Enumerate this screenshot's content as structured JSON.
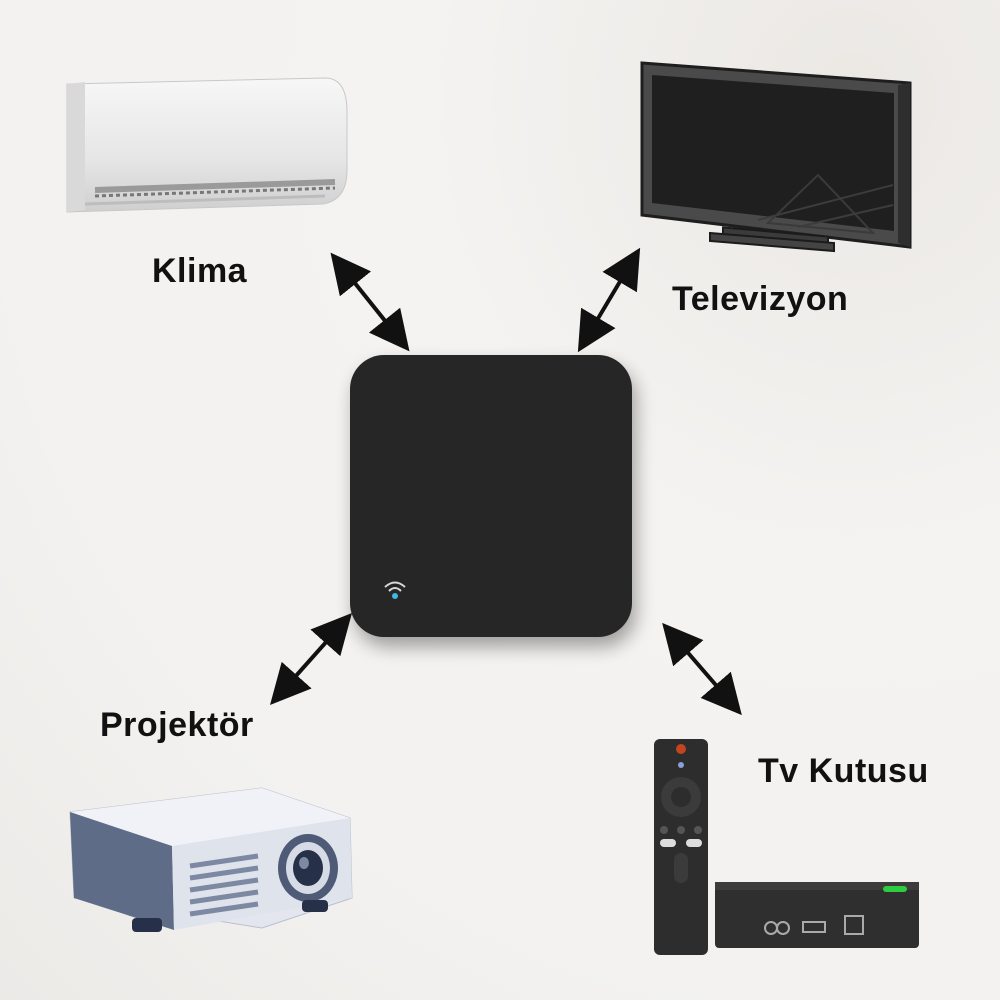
{
  "labels": {
    "klima": "Klima",
    "televizyon": "Televizyon",
    "projektor": "Projektör",
    "tv_kutusu": "Tv Kutusu"
  },
  "colors": {
    "hub": "#262626",
    "led": "#3fb6e8",
    "arrow": "#111111",
    "status_light": "#2ecc40"
  },
  "icons": {
    "hub_wifi": "wifi-icon",
    "remote_power": "power-icon",
    "remote_mic": "microphone-icon"
  }
}
